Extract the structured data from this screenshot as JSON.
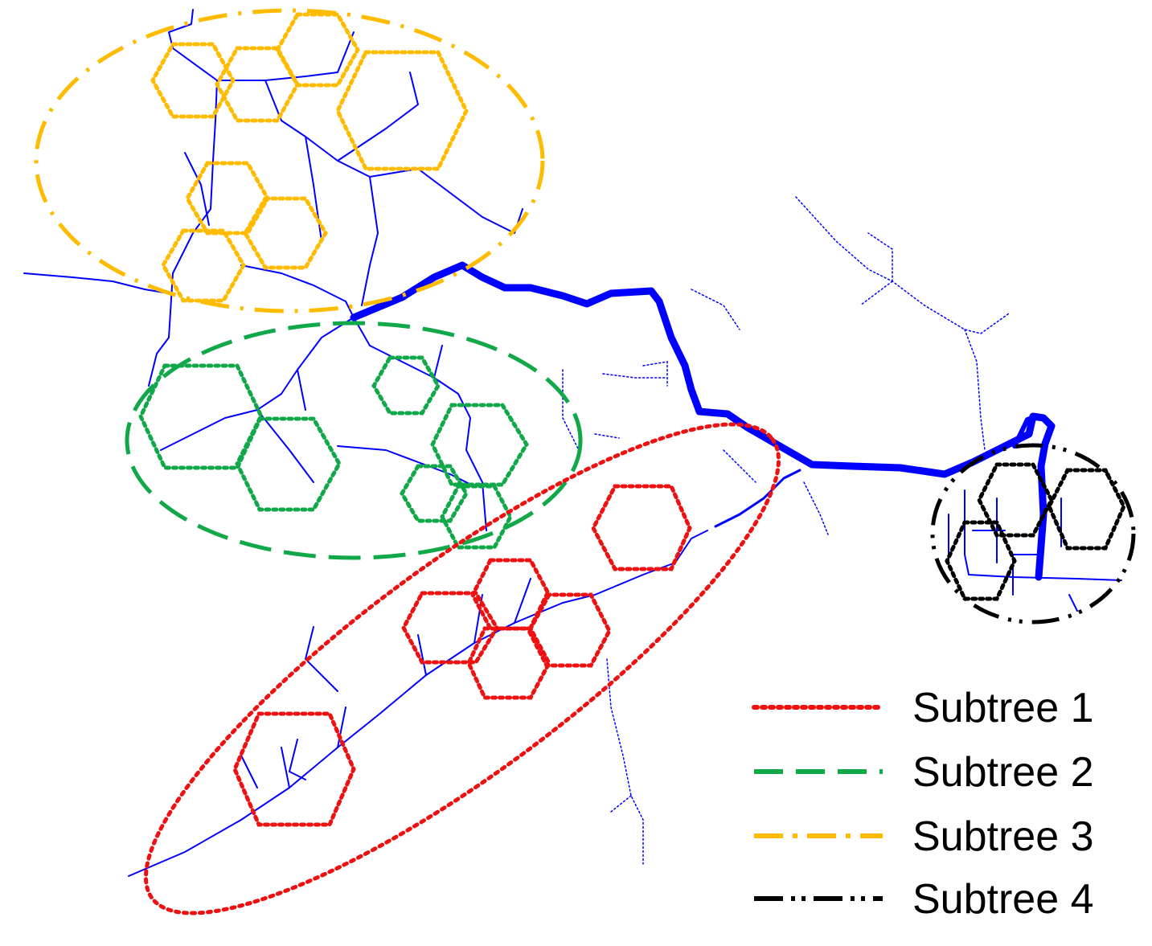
{
  "colors": {
    "network": "#0000ff",
    "subtree1": "#ee1111",
    "subtree2": "#11a84a",
    "subtree3": "#ffbb00",
    "subtree4": "#000000"
  },
  "legend": [
    {
      "label": "Subtree 1",
      "color_key": "subtree1",
      "style": "dotted"
    },
    {
      "label": "Subtree 2",
      "color_key": "subtree2",
      "style": "dashed"
    },
    {
      "label": "Subtree 3",
      "color_key": "subtree3",
      "style": "dash-dot"
    },
    {
      "label": "Subtree 4",
      "color_key": "subtree4",
      "style": "dash-dot-dot"
    }
  ]
}
